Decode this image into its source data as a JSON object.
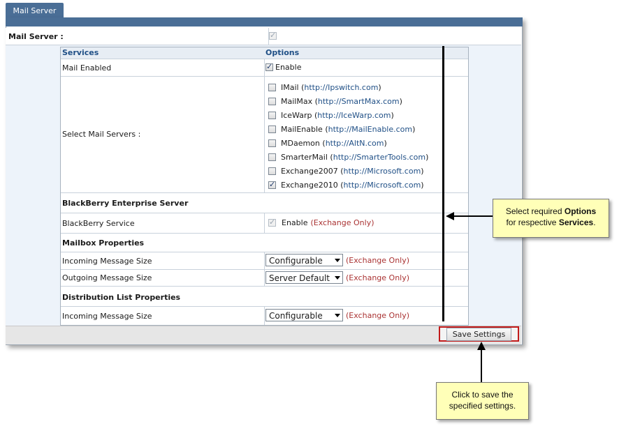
{
  "tab": {
    "label": "Mail Server"
  },
  "main_row": {
    "label": "Mail Server :",
    "checked": true
  },
  "table": {
    "headers": {
      "services": "Services",
      "options": "Options"
    },
    "mail_enabled": {
      "label": "Mail Enabled",
      "option": "Enable",
      "checked": true
    },
    "select_servers": {
      "label": "Select Mail Servers :",
      "servers": [
        {
          "name": "IMail",
          "open": "(",
          "url": "http://Ipswitch.com",
          "close": ")",
          "checked": false
        },
        {
          "name": "MailMax",
          "open": "(",
          "url": "http://SmartMax.com",
          "close": ")",
          "checked": false
        },
        {
          "name": "IceWarp",
          "open": "(",
          "url": "http://IceWarp.com",
          "close": ")",
          "checked": false
        },
        {
          "name": "MailEnable",
          "open": "(",
          "url": "http://MailEnable.com",
          "close": ")",
          "checked": false
        },
        {
          "name": "MDaemon",
          "open": "(",
          "url": "http://AltN.com",
          "close": ")",
          "checked": false
        },
        {
          "name": "SmarterMail",
          "open": "(",
          "url": "http://SmarterTools.com",
          "close": ")",
          "checked": false
        },
        {
          "name": "Exchange2007",
          "open": "(",
          "url": "http://Microsoft.com",
          "close": ")",
          "checked": false
        },
        {
          "name": "Exchange2010",
          "open": "(",
          "url": "http://Microsoft.com",
          "close": ")",
          "checked": true
        }
      ]
    },
    "blackberry": {
      "section": "BlackBerry Enterprise Server",
      "service_label": "BlackBerry Service",
      "option": "Enable",
      "note": "(Exchange Only)",
      "checked": true
    },
    "mailbox": {
      "section": "Mailbox Properties",
      "incoming_label": "Incoming Message Size",
      "incoming_value": "Configurable",
      "incoming_note": "(Exchange Only)",
      "outgoing_label": "Outgoing Message Size",
      "outgoing_value": "Server Default",
      "outgoing_note": "(Exchange Only)"
    },
    "distribution": {
      "section": "Distribution List Properties",
      "incoming_label": "Incoming Message Size",
      "incoming_value": "Configurable",
      "incoming_note": "(Exchange Only)"
    }
  },
  "save_button": {
    "label": "Save Settings"
  },
  "callout_options": {
    "line1_pre": "Select required ",
    "line1_bold": "Options",
    "line2_pre": "for respective ",
    "line2_bold": "Services",
    "line2_post": "."
  },
  "callout_save": {
    "line1": "Click to save the",
    "line2": "specified settings."
  },
  "colors": {
    "header_blue": "#4a6e96",
    "link_blue": "#1f4f86",
    "note_red": "#aa3333",
    "callout_bg": "#ffffb8",
    "highlight_red": "#c21b1b"
  }
}
